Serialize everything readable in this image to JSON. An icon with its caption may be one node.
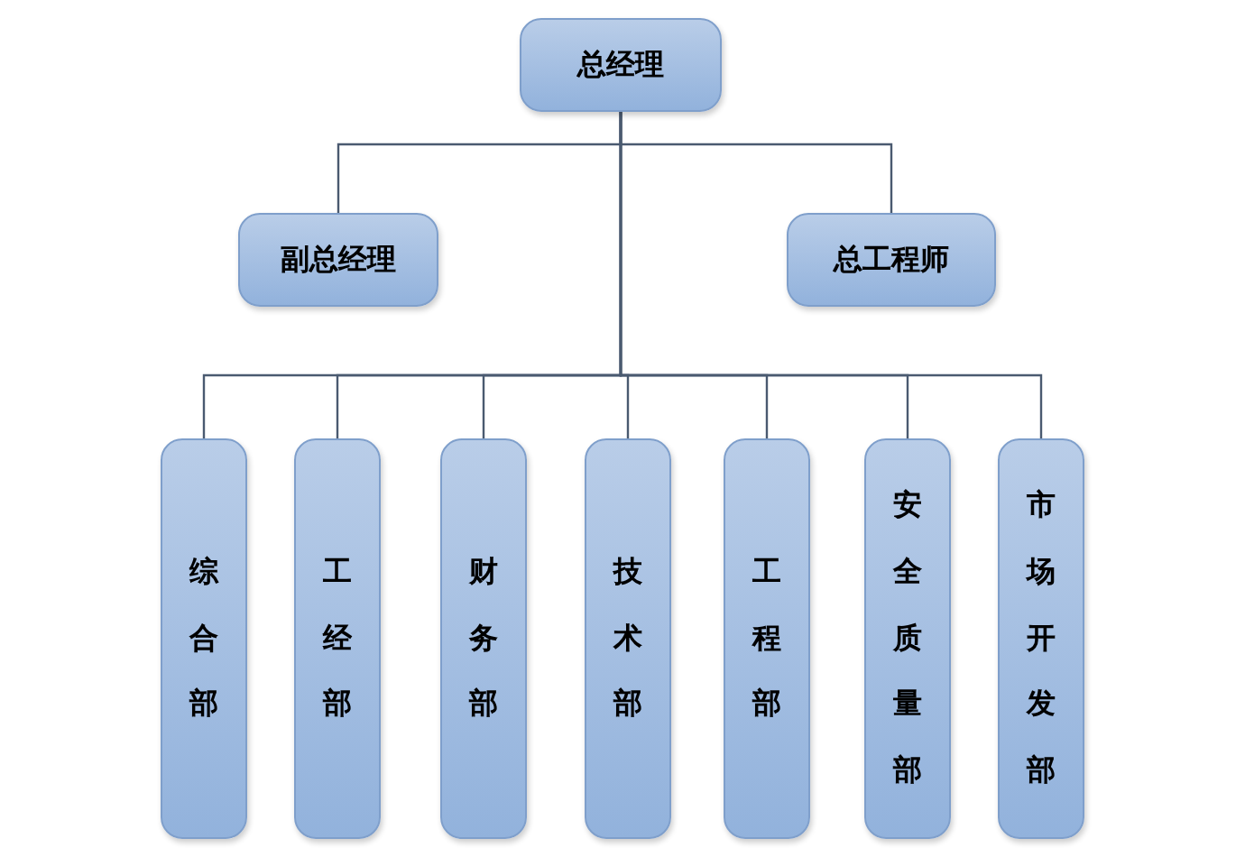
{
  "diagram": {
    "nodes": [
      {
        "text": [
          "总经理"
        ]
      },
      {
        "text": [
          "副总经理"
        ]
      },
      {
        "text": [
          "总工程师"
        ]
      },
      {
        "text": [
          "综合部"
        ]
      },
      {
        "text": [
          "工经部"
        ]
      },
      {
        "text": [
          "财务部"
        ]
      },
      {
        "text": [
          "技术部"
        ]
      },
      {
        "text": [
          "工程部"
        ]
      },
      {
        "text": [
          "安全质量部"
        ]
      },
      {
        "text": [
          "市场开发部"
        ]
      }
    ],
    "edges": [
      {
        "from": 0,
        "to": 1,
        "arrow": "none"
      },
      {
        "from": 0,
        "to": 2,
        "arrow": "none"
      },
      {
        "from": 0,
        "to": 3,
        "arrow": "none"
      },
      {
        "from": 0,
        "to": 4,
        "arrow": "none"
      },
      {
        "from": 0,
        "to": 5,
        "arrow": "none"
      },
      {
        "from": 0,
        "to": 6,
        "arrow": "none"
      },
      {
        "from": 0,
        "to": 7,
        "arrow": "none"
      },
      {
        "from": 0,
        "to": 8,
        "arrow": "none"
      },
      {
        "from": 0,
        "to": 9,
        "arrow": "none"
      }
    ]
  }
}
